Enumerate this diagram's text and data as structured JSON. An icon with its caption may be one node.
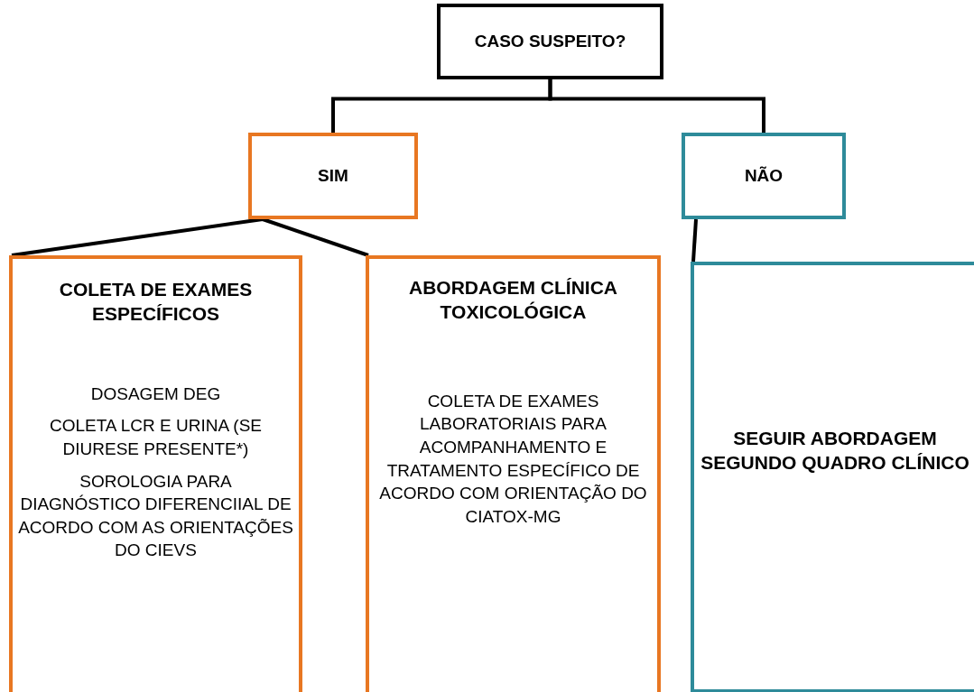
{
  "diagram": {
    "nodes": [
      {
        "text": [
          "CASO SUSPEITO?"
        ]
      },
      {
        "text": [
          "SIM"
        ]
      },
      {
        "text": [
          "NÃO"
        ]
      },
      {
        "text": [
          "COLETA DE EXAMES ESPECÍFICOS",
          "DOSAGEM DEG",
          "COLETA LCR E URINA (SE DIURESE PRESENTE*)",
          "SOROLOGIA PARA DIAGNÓSTICO DIFERENCIIAL DE ACORDO COM AS ORIENTAÇÕES DO CIEVS"
        ]
      },
      {
        "text": [
          "ABORDAGEM CLÍNICA TOXICOLÓGICA",
          "COLETA DE EXAMES LABORATORIAIS PARA ACOMPANHAMENTO E TRATAMENTO ESPECÍFICO DE ACORDO COM ORIENTAÇÃO DO CIATOX-MG"
        ]
      },
      {
        "text": [
          "SEGUIR ABORDAGEM SEGUNDO QUADRO CLÍNICO"
        ]
      }
    ],
    "edges": [
      {
        "from": 0,
        "to": 1,
        "arrow": "none"
      },
      {
        "from": 0,
        "to": 2,
        "arrow": "none"
      },
      {
        "from": 1,
        "to": 3,
        "arrow": "none"
      },
      {
        "from": 1,
        "to": 4,
        "arrow": "none"
      },
      {
        "from": 2,
        "to": 5,
        "arrow": "none"
      }
    ]
  }
}
